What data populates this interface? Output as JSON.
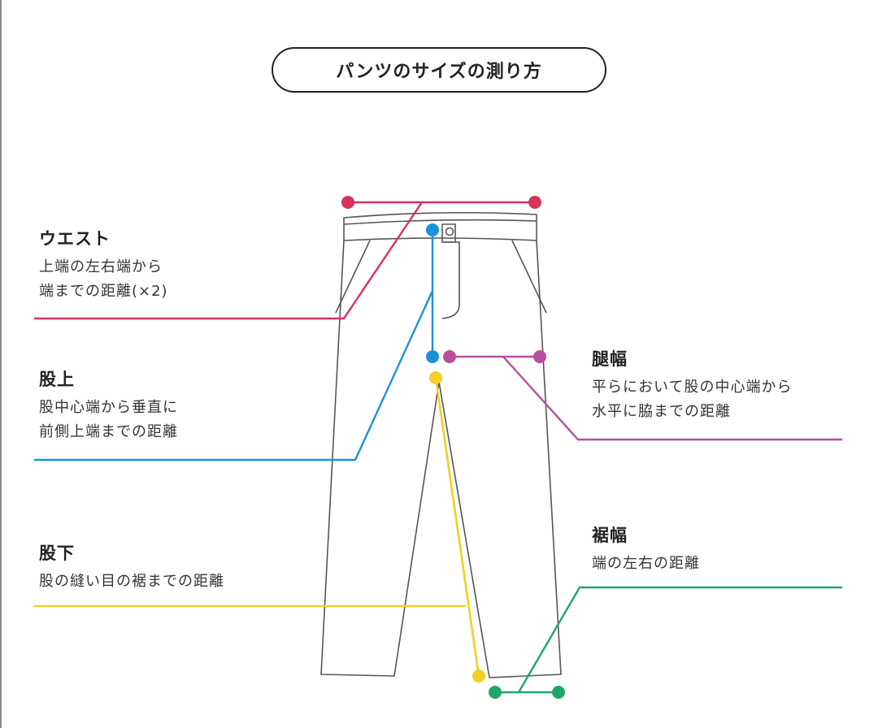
{
  "title": "パンツのサイズの測り方",
  "colors": {
    "waist": "#d6325a",
    "rise": "#1b92d8",
    "thigh": "#b84e9e",
    "inseam": "#f2cf24",
    "hem": "#1fa66b",
    "outline": "#555555"
  },
  "measurements": {
    "waist": {
      "title": "ウエスト",
      "line1": "上端の左右端から",
      "line2": "端までの距離(×2)"
    },
    "rise": {
      "title": "股上",
      "line1": "股中心端から垂直に",
      "line2": "前側上端までの距離"
    },
    "inseam": {
      "title": "股下",
      "line1": "股の縫い目の裾までの距離"
    },
    "thigh": {
      "title": "腿幅",
      "line1": "平らにおいて股の中心端から",
      "line2": "水平に脇までの距離"
    },
    "hem": {
      "title": "裾幅",
      "line1": "端の左右の距離"
    }
  }
}
